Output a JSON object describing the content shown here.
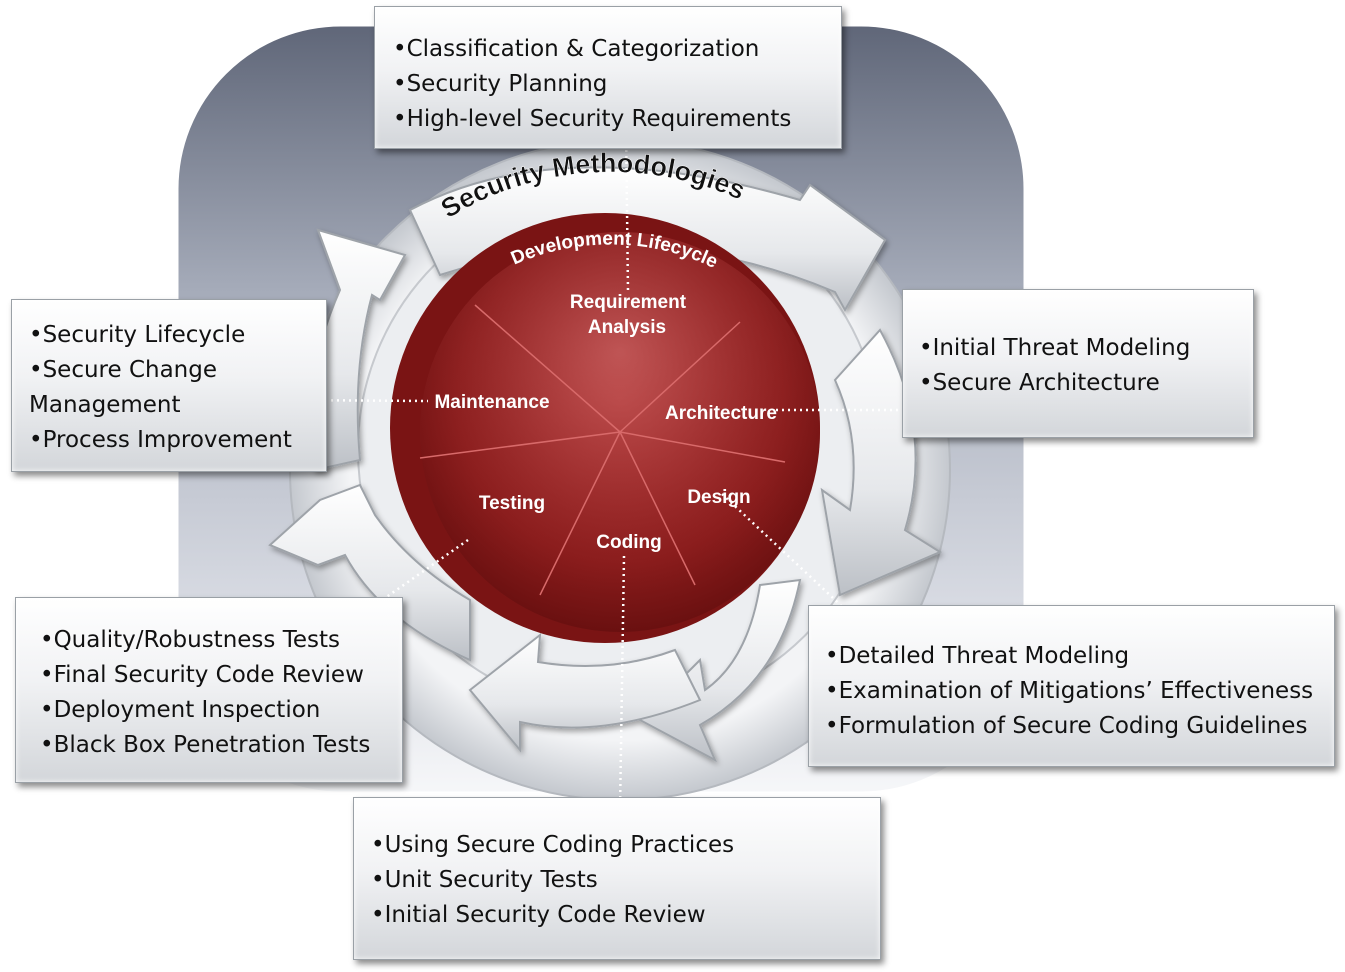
{
  "cycle": {
    "outer_label": "Security Methodologies",
    "inner_label": "Development Lifecycle",
    "phases": {
      "requirement_line1": "Requirement",
      "requirement_line2": "Analysis",
      "architecture": "Architecture",
      "design": "Design",
      "coding": "Coding",
      "testing": "Testing",
      "maintenance": "Maintenance"
    }
  },
  "boxes": {
    "requirements": [
      "•Classification &   Categorization",
      "•Security Planning",
      "•High-level Security   Requirements"
    ],
    "maintenance": {
      "item1": "•Security Lifecycle",
      "item2_line1": "•Secure Change",
      "item2_line2": "Management",
      "item3": "•Process Improvement"
    },
    "architecture": [
      "•Initial Threat Modeling",
      "•Secure Architecture"
    ],
    "design": [
      "•Detailed Threat Modeling",
      "•Examination of Mitigations’ Effectiveness",
      "•Formulation of Secure Coding Guidelines"
    ],
    "testing": [
      "•Quality/Robustness Tests",
      "•Final Security Code Review",
      "•Deployment Inspection",
      "•Black Box Penetration Tests"
    ],
    "coding": [
      "•Using Secure Coding Practices",
      "•Unit Security Tests",
      "•Initial Security Code Review"
    ]
  },
  "colors": {
    "disc": "#8c1d1d",
    "disc_highlight": "#c85a5a",
    "panel": "#8f96a6",
    "arrow": "#e9eaec",
    "divider": "#d86a6a",
    "connector": "#ffffff"
  }
}
